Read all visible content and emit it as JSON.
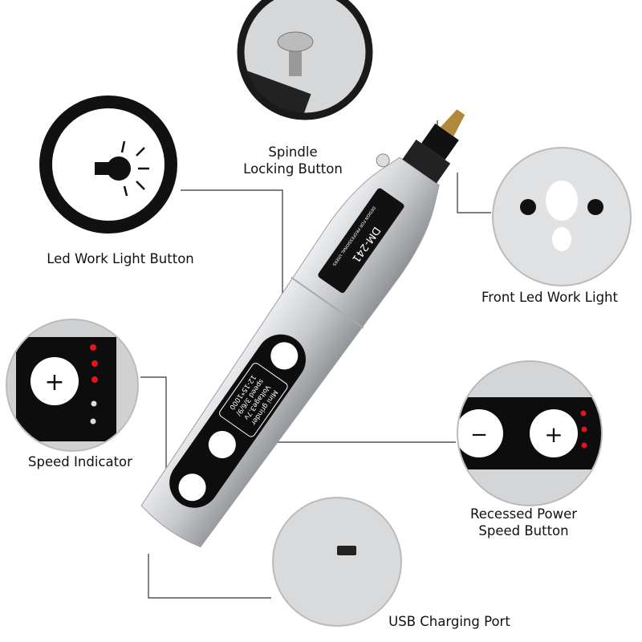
{
  "labels": {
    "spindle_line1": "Spindle",
    "spindle_line2": "Locking Button",
    "led_button": "Led Work Light Button",
    "front_led": "Front Led Work Light",
    "speed_indicator": "Speed Indicator",
    "recessed_line1": "Recessed Power",
    "recessed_line2": "Speed Button",
    "usb": "USB Charging Port"
  },
  "device": {
    "model": "DM-241",
    "tagline": "DESIGN FOR PROFESSIONAL USERS",
    "spec_lines": [
      "Mini grinder",
      "Voltage3.7v",
      "speed 3/6/9/",
      "12-15*1000"
    ],
    "plus_symbol": "+",
    "minus_symbol": "−"
  },
  "colors": {
    "body": "#c9cbcd",
    "panel": "#0d0d0d",
    "led_on": "#e3141b",
    "led_off": "#d8d8d8",
    "callout_ring": "#1a1a1a"
  }
}
